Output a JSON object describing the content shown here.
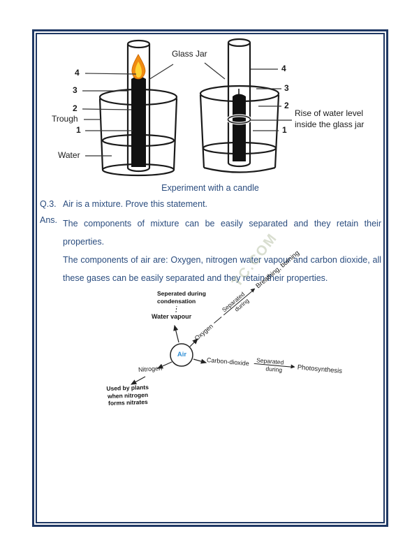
{
  "figure_candle": {
    "glass_jar_label": "Glass Jar",
    "left_marks": [
      "4",
      "3",
      "2",
      "1"
    ],
    "trough_label": "Trough",
    "water_label": "Water",
    "right_marks": [
      "4",
      "3",
      "2",
      "1"
    ],
    "rise_label": "Rise of water level inside the glass jar",
    "caption": "Experiment with a candle"
  },
  "qa": {
    "q_label": "Q.3.",
    "q_text": "Air is a mixture. Prove this statement.",
    "ans_label": "Ans.",
    "ans_lines": [
      "The components of mixture can be easily separated and they retain their properties.",
      "The components of air are: Oxygen, nitrogen water vapour and carbon dioxide, all",
      "these gases can be easily separated and they retain their properties."
    ]
  },
  "watermark": "TC.COM",
  "diagram_air": {
    "center": "Air",
    "water_vapour": "Water vapour",
    "condensation_line1": "Seperated during",
    "condensation_line2": "condensation",
    "oxygen": "Oxygen",
    "oxygen_sep_top": "Separated",
    "oxygen_sep_bottom": "during",
    "oxygen_target": "Breathing, burning",
    "carbon": "Carbon-dioxide",
    "carbon_sep_top": "Separated",
    "carbon_sep_bottom": "during",
    "carbon_target": "Photosynthesis",
    "nitrogen": "Nitrogen",
    "nitrogen_note_line1": "Used by plants",
    "nitrogen_note_line2": "when nitrogen",
    "nitrogen_note_line3": "forms nitrates"
  },
  "colors": {
    "border": "#1f3864",
    "text_blue": "#2a4c7e",
    "air_blue": "#2f8fd6"
  }
}
